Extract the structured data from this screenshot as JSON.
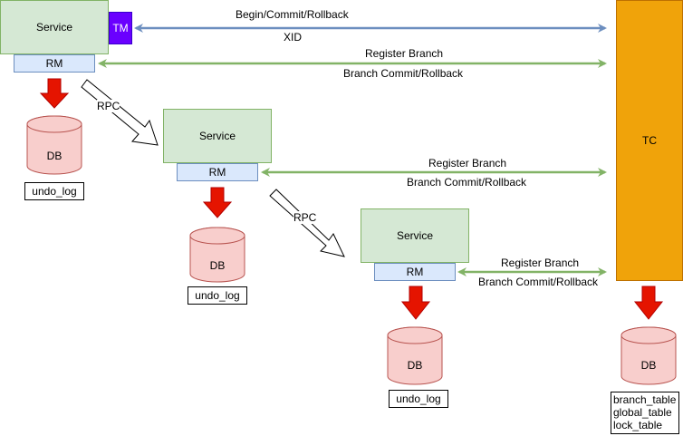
{
  "colors": {
    "service_fill": "#d5e8d4",
    "service_stroke": "#82b366",
    "rm_fill": "#dae8fc",
    "rm_stroke": "#6c8ebf",
    "tm_fill": "#6a00ff",
    "tc_fill": "#f0a30a",
    "db_fill": "#f8cecc",
    "db_stroke": "#b85450",
    "red_arrow": "#e51400",
    "green_arrow": "#82b366",
    "blue_arrow": "#6c8ebf"
  },
  "services": [
    {
      "service_label": "Service",
      "rm_label": "RM",
      "db_label": "DB",
      "log_label": "undo_log"
    },
    {
      "service_label": "Service",
      "rm_label": "RM",
      "db_label": "DB",
      "log_label": "undo_log"
    },
    {
      "service_label": "Service",
      "rm_label": "RM",
      "db_label": "DB",
      "log_label": "undo_log"
    }
  ],
  "tm_label": "TM",
  "tc": {
    "label": "TC",
    "db_label": "DB",
    "tables": [
      "branch_table",
      "global_table",
      "lock_table"
    ]
  },
  "links": {
    "global_top": "Begin/Commit/Rollback",
    "global_bottom": "XID",
    "register": "Register Branch",
    "branch_commit": "Branch Commit/Rollback",
    "rpc": "RPC"
  }
}
